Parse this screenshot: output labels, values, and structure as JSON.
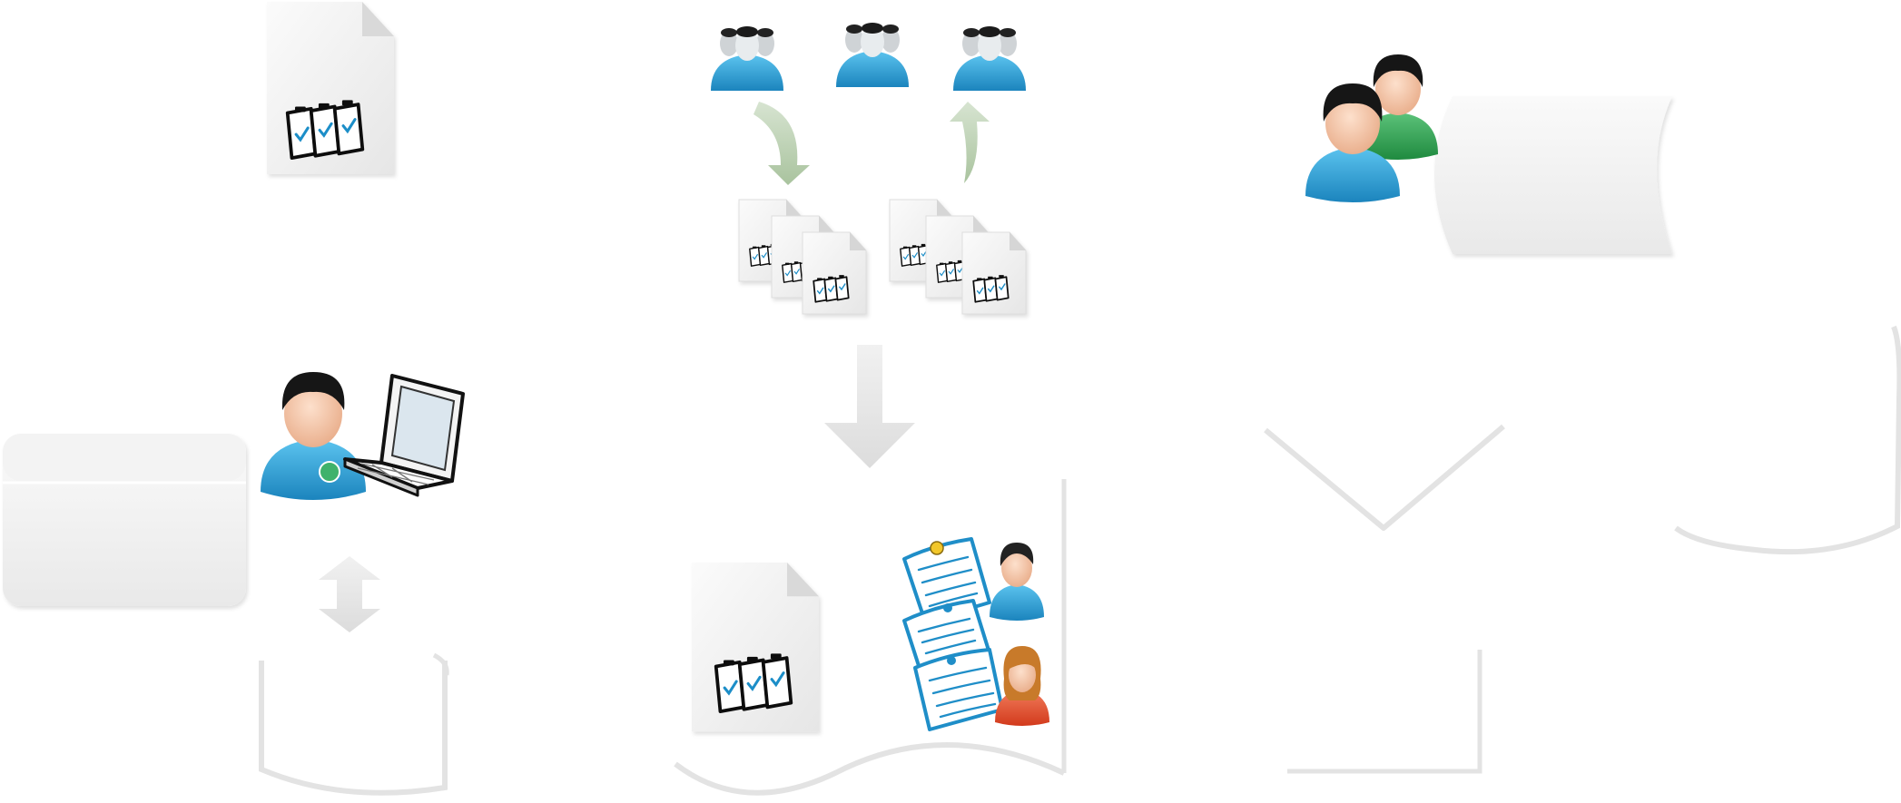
{
  "diagram": {
    "groups": [
      {
        "name": "left-workflow",
        "elements": [
          "checklist-document",
          "user-with-laptop",
          "panel-box",
          "double-headed-arrow",
          "storage-cylinder"
        ]
      },
      {
        "name": "center-workflow",
        "elements": [
          "user-group-1",
          "user-group-2",
          "user-group-3",
          "green-curved-arrow-down",
          "green-curved-arrow-up",
          "checklist-stack-1",
          "checklist-stack-2",
          "down-arrow",
          "checklist-document-lower",
          "notes-with-reviewers",
          "wavy-document-panel"
        ]
      },
      {
        "name": "right-workflow",
        "elements": [
          "user-pair",
          "scroll-panel",
          "check-mark",
          "right-cylinder",
          "corner-bracket"
        ]
      }
    ]
  },
  "colors": {
    "panel_fill": "#efefef",
    "panel_shadow": "#e2e2e2",
    "arrow_gray": "#e6e6e6",
    "arrow_green": "#b9ceb0",
    "user_blue": "#2f9bd4",
    "user_green": "#2e9e4f",
    "user_orange": "#e0472a",
    "paper_blue": "#1f8ec8",
    "skin": "#f4c7a8",
    "hair_black": "#1d1d1d",
    "hair_brown": "#c87a2a"
  },
  "icons": {
    "checklist": "checklist-icon",
    "user_group": "user-group-icon",
    "user_laptop": "user-with-laptop-icon",
    "user_pair": "user-pair-icon",
    "notes": "notes-icon"
  }
}
